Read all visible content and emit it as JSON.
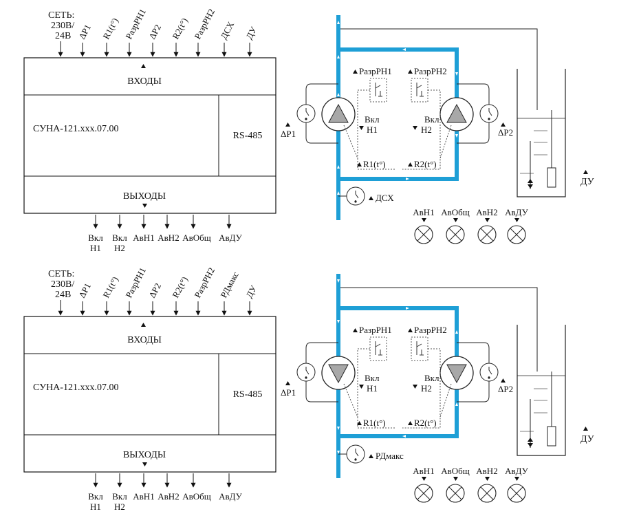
{
  "colors": {
    "pipe": "#1e9fd6",
    "line": "#222222",
    "pump": "#a8a8a8",
    "box": "#111111"
  },
  "panels": [
    {
      "controller": {
        "inputs_label": "ВХОДЫ",
        "outputs_label": "ВЫХОДЫ",
        "model": "СУНА-121.xxx.07.00",
        "interface": "RS-485",
        "power_line1": "СЕТЬ:",
        "power_line2": "230В/",
        "power_line3": "24В",
        "inputs": [
          "ΔP1",
          "R1(t°)",
          "РазрРН1",
          "ΔP2",
          "R2(t°)",
          "РазрРН2",
          "ДСХ",
          "ДУ"
        ],
        "outputs": [
          {
            "l1": "Вкл",
            "l2": "Н1"
          },
          {
            "l1": "Вкл",
            "l2": "Н2"
          },
          {
            "l1": "АвН1",
            "l2": ""
          },
          {
            "l1": "АвН2",
            "l2": ""
          },
          {
            "l1": "АвОбщ",
            "l2": ""
          },
          {
            "l1": "АвДУ",
            "l2": ""
          }
        ]
      },
      "scheme": {
        "razr1": "РазрРН1",
        "razr2": "РазрРН2",
        "vkl1_l1": "Вкл",
        "vkl1_l2": "Н1",
        "vkl2_l1": "Вкл",
        "vkl2_l2": "Н2",
        "r1": "R1(t°)",
        "r2": "R2(t°)",
        "dp1": "ΔP1",
        "dp2": "ΔP2",
        "sensor": "ДСХ",
        "du": "ДУ",
        "lamps": [
          "АвН1",
          "АвОбщ",
          "АвН2",
          "АвДУ"
        ]
      }
    },
    {
      "controller": {
        "inputs_label": "ВХОДЫ",
        "outputs_label": "ВЫХОДЫ",
        "model": "СУНА-121.xxx.07.00",
        "interface": "RS-485",
        "power_line1": "СЕТЬ:",
        "power_line2": "230В/",
        "power_line3": "24В",
        "inputs": [
          "ΔP1",
          "R1(t°)",
          "РазрРН1",
          "ΔP2",
          "R2(t°)",
          "РазрРН2",
          "РДмакс",
          "ДУ"
        ],
        "outputs": [
          {
            "l1": "Вкл",
            "l2": "Н1"
          },
          {
            "l1": "Вкл",
            "l2": "Н2"
          },
          {
            "l1": "АвН1",
            "l2": ""
          },
          {
            "l1": "АвН2",
            "l2": ""
          },
          {
            "l1": "АвОбщ",
            "l2": ""
          },
          {
            "l1": "АвДУ",
            "l2": ""
          }
        ]
      },
      "scheme": {
        "razr1": "РазрРН1",
        "razr2": "РазрРН2",
        "vkl1_l1": "Вкл",
        "vkl1_l2": "Н1",
        "vkl2_l1": "Вкл",
        "vkl2_l2": "Н2",
        "r1": "R1(t°)",
        "r2": "R2(t°)",
        "dp1": "ΔP1",
        "dp2": "ΔP2",
        "sensor": "РДмакс",
        "du": "ДУ",
        "lamps": [
          "АвН1",
          "АвОбщ",
          "АвН2",
          "АвДУ"
        ]
      }
    }
  ]
}
